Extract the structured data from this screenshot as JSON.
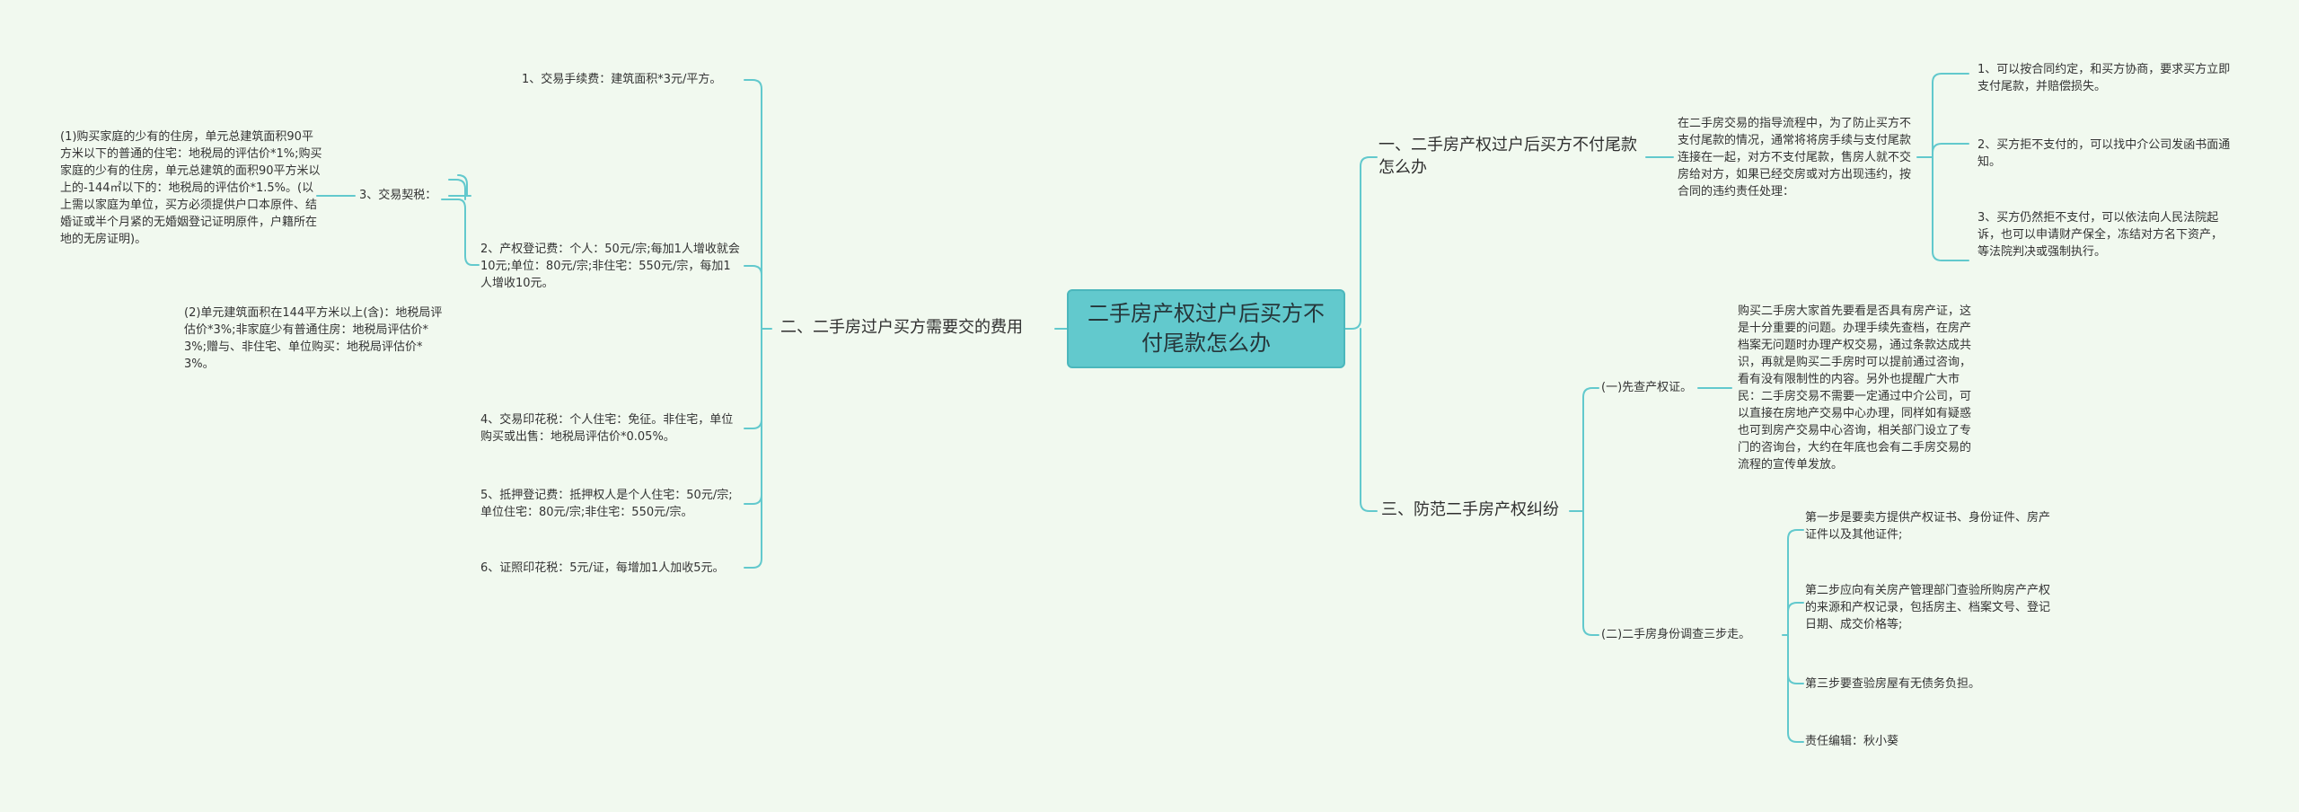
{
  "root": "二手房产权过户后买方不付尾款怎么办",
  "branches": {
    "b1": {
      "title": "一、二手房产权过户后买方不付尾款怎么办",
      "intro": "在二手房交易的指导流程中，为了防止买方不支付尾款的情况，通常将将房手续与支付尾款连接在一起，对方不支付尾款，售房人就不交房给对方，如果已经交房或对方出现违约，按合同的违约责任处理：",
      "items": [
        "1、可以按合同约定，和买方协商，要求买方立即支付尾款，并赔偿损失。",
        "2、买方拒不支付的，可以找中介公司发函书面通知。",
        "3、买方仍然拒不支付，可以依法向人民法院起诉，也可以申请财产保全，冻结对方名下资产，等法院判决或强制执行。"
      ]
    },
    "b2": {
      "title": "二、二手房过户买方需要交的费用",
      "items": [
        "1、交易手续费：建筑面积*3元/平方。",
        "2、产权登记费：个人：50元/宗;每加1人增收就会10元;单位：80元/宗;非住宅：550元/宗，每加1人增收10元。",
        "4、交易印花税：个人住宅：免征。非住宅，单位购买或出售：地税局评估价*0.05%。",
        "5、抵押登记费：抵押权人是个人住宅：50元/宗;单位住宅：80元/宗;非住宅：550元/宗。",
        "6、证照印花税：5元/证，每增加1人加收5元。"
      ],
      "deed_tax": {
        "label": "3、交易契税：",
        "children": [
          "(1)购买家庭的少有的住房，单元总建筑面积90平方米以下的普通的住宅：地税局的评估价*1%;购买家庭的少有的住房，单元总建筑的面积90平方米以上的-144㎡以下的：地税局的评估价*1.5%。(以上需以家庭为单位，买方必须提供户口本原件、结婚证或半个月紧的无婚姻登记证明原件，户籍所在地的无房证明)。",
          "(2)单元建筑面积在144平方米以上(含)：地税局评估价*3%;非家庭少有普通住房：地税局评估价*3%;赠与、非住宅、单位购买：地税局评估价*3%。"
        ]
      }
    },
    "b3": {
      "title": "三、防范二手房产权纠纷",
      "check": {
        "label": "(一)先查产权证。",
        "text": "购买二手房大家首先要看是否具有房产证，这是十分重要的问题。办理手续先查档，在房产档案无问题时办理产权交易，通过条款达成共识，再就是购买二手房时可以提前通过咨询，看有没有限制性的内容。另外也提醒广大市民：二手房交易不需要一定通过中介公司，可以直接在房地产交易中心办理，同样如有疑惑也可到房产交易中心咨询，相关部门设立了专门的咨询台，大约在年底也会有二手房交易的流程的宣传单发放。"
      },
      "steps": {
        "label": "(二)二手房身份调查三步走。",
        "items": [
          "第一步是要卖方提供产权证书、身份证件、房产证件以及其他证件;",
          "第二步应向有关房产管理部门查验所购房产产权的来源和产权记录，包括房主、档案文号、登记日期、成交价格等;",
          "第三步要查验房屋有无债务负担。",
          "责任编辑：秋小葵"
        ]
      }
    }
  },
  "colors": {
    "background": "#f1f9ef",
    "root_fill": "#62c9cd",
    "link": "#62c9cd"
  }
}
